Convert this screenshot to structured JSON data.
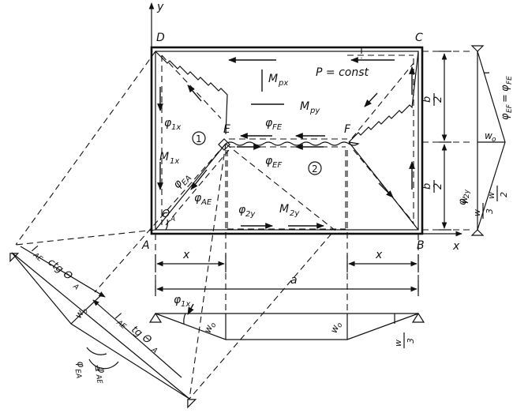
{
  "points": {
    "a": "A",
    "b": "B",
    "c": "C",
    "d": "D",
    "e": "E",
    "f": "F"
  },
  "axes": {
    "x": "x",
    "y": "y"
  },
  "load": {
    "text": "P = const"
  },
  "moments": {
    "mpx": "M",
    "mpx_sub": "px",
    "mpy": "M",
    "mpy_sub": "py",
    "m1x": "M",
    "m1x_sub": "1x",
    "m2y": "M",
    "m2y_sub": "2y"
  },
  "rotations": {
    "phi": "φ",
    "fe_sub": "FE",
    "ef_sub": "EF",
    "s1x_sub": "1x",
    "ea_sub": "EA",
    "ae_sub": "AE",
    "s2y_sub": "2y"
  },
  "regions": {
    "r1": "1",
    "r2": "2"
  },
  "angles": {
    "theta": "Θ",
    "theta_sub": "A"
  },
  "dimensions": {
    "half_num": "b",
    "half_den": "2",
    "x_left": "x",
    "x_right": "x",
    "a": "a"
  },
  "deflection": {
    "w": "w",
    "w_sub": "o",
    "half_num": "w",
    "half_den": "2",
    "third_num": "w",
    "third_den": "3"
  },
  "diagonal": {
    "l": "l",
    "l_sub": "AE",
    "ctg": "ctg Θ",
    "ctg_sub": "A",
    "tg": "tg Θ",
    "tg_sub": "A"
  },
  "equalities": {
    "eq": "="
  }
}
